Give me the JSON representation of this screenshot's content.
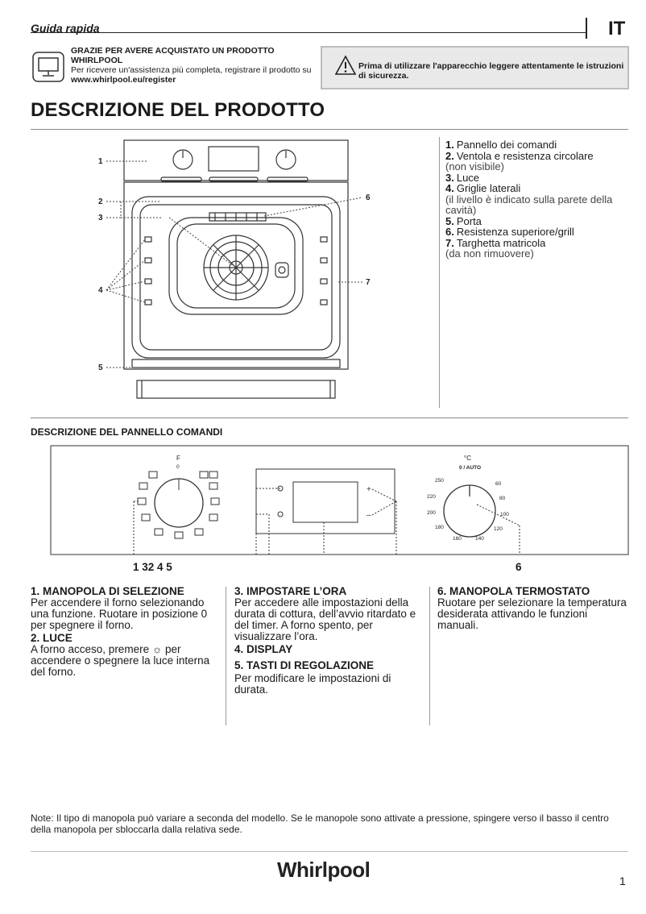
{
  "header": {
    "guide_title": "Guida rapida",
    "language_code": "IT"
  },
  "registration": {
    "title": "GRAZIE PER AVERE ACQUISTATO UN PRODOTTO WHIRLPOOL",
    "text": "Per ricevere un'assistenza più completa, registrare il prodotto su",
    "url": "www.whirlpool.eu/register"
  },
  "warning": {
    "text": "Prima di utilizzare l'apparecchio leggere attentamente le istruzioni di sicurezza."
  },
  "section_title": "DESCRIZIONE DEL PRODOTTO",
  "oven_callouts": [
    "1",
    "2",
    "3",
    "4",
    "5",
    "6",
    "7"
  ],
  "parts": [
    {
      "num": "1.",
      "label": "Pannello dei comandi",
      "sub": ""
    },
    {
      "num": "2.",
      "label": "Ventola e resistenza circolare",
      "sub": "(non visibile)"
    },
    {
      "num": "3.",
      "label": "Luce",
      "sub": ""
    },
    {
      "num": "4.",
      "label": "Griglie laterali",
      "sub": "(il livello è indicato sulla parete della cavità)"
    },
    {
      "num": "5.",
      "label": "Porta",
      "sub": ""
    },
    {
      "num": "6.",
      "label": "Resistenza superiore/grill",
      "sub": ""
    },
    {
      "num": "7.",
      "label": "Targhetta matricola",
      "sub": "(da non rimuovere)"
    }
  ],
  "panel_section_title": "DESCRIZIONE DEL PANNELLO COMANDI",
  "panel": {
    "selector_top_label": "F",
    "selector_zero": "0",
    "thermostat_unit": "°C",
    "thermostat_off": "0 / AUTO",
    "temps": [
      "250",
      "60",
      "220",
      "80",
      "200",
      "100",
      "180",
      "120",
      "160",
      "140"
    ],
    "plus": "+",
    "minus": "–",
    "callout_left": "1 32 4 5",
    "callout_right": "6"
  },
  "columns": [
    {
      "items": [
        {
          "title": "1. MANOPOLA DI SELEZIONE",
          "text": "Per accendere il forno selezionando una funzione. Ruotare in posizione  0  per spegnere il forno."
        },
        {
          "title": "2. LUCE",
          "text": "A forno acceso, premere ☼ per accendere o spegnere la luce interna del forno."
        }
      ]
    },
    {
      "items": [
        {
          "title": "3. IMPOSTARE L’ORA",
          "text": "Per accedere alle impostazioni della durata di cottura, dell’avvio ritardato e del timer. A forno spento, per visualizzare l’ora."
        },
        {
          "title": "4. DISPLAY",
          "text": ""
        },
        {
          "title": "5. TASTI DI REGOLAZIONE",
          "text": "Per modificare le impostazioni di durata."
        }
      ]
    },
    {
      "items": [
        {
          "title": "6. MANOPOLA TERMOSTATO",
          "text": "Ruotare per selezionare la temperatura desiderata attivando le funzioni manuali."
        }
      ]
    }
  ],
  "note": "Note: Il tipo di manopola può variare a seconda del modello. Se le manopole sono attivate a pressione, spingere verso il basso il centro della manopola per sbloccarla dalla relativa sede.",
  "footer": {
    "brand": "Whirlpool",
    "page_number": "1"
  }
}
